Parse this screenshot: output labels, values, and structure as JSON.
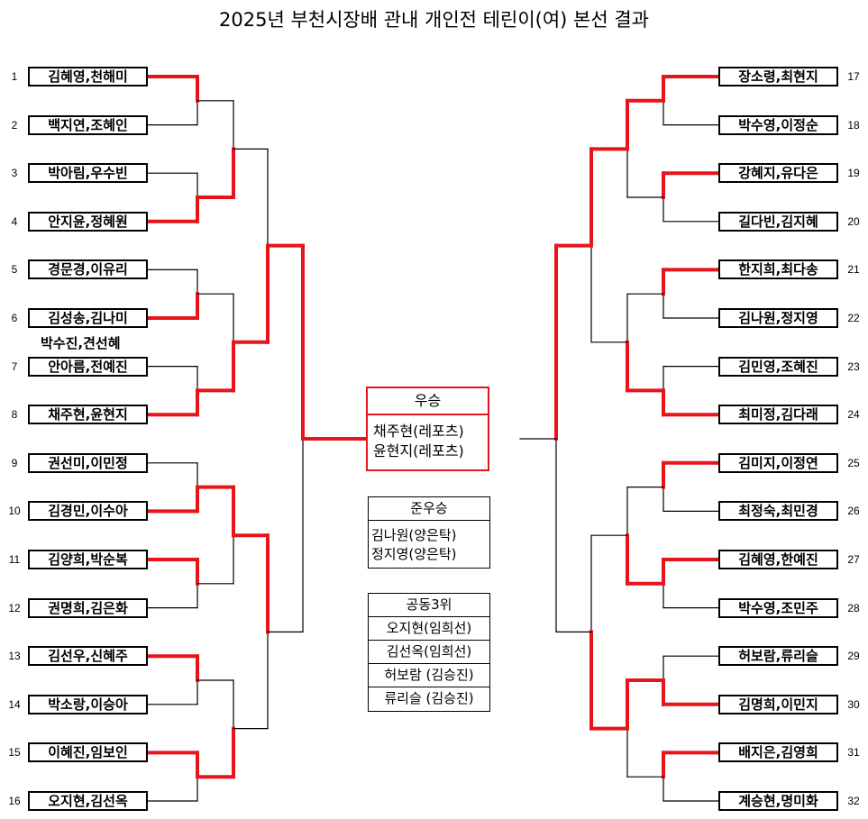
{
  "title": "2025년 부천시장배 관내 개인전 테린이(여) 본선 결과",
  "colors": {
    "winner_line": "#e8141c",
    "line": "#000000"
  },
  "left_teams": [
    {
      "seed": "1",
      "name": "김혜영,천해미"
    },
    {
      "seed": "2",
      "name": "백지연,조혜인"
    },
    {
      "seed": "3",
      "name": "박아림,우수빈"
    },
    {
      "seed": "4",
      "name": "안지윤,정혜원"
    },
    {
      "seed": "5",
      "name": "경문경,이유리"
    },
    {
      "seed": "6",
      "name": "김성송,김나미"
    },
    {
      "seed": "7",
      "name": "안아름,전예진"
    },
    {
      "seed": "8",
      "name": "채주현,윤현지"
    },
    {
      "seed": "9",
      "name": "권선미,이민정"
    },
    {
      "seed": "10",
      "name": "김경민,이수아"
    },
    {
      "seed": "11",
      "name": "김양희,박순복"
    },
    {
      "seed": "12",
      "name": "권명희,김은화"
    },
    {
      "seed": "13",
      "name": "김선우,신혜주"
    },
    {
      "seed": "14",
      "name": "박소랑,이승아"
    },
    {
      "seed": "15",
      "name": "이혜진,임보인"
    },
    {
      "seed": "16",
      "name": "오지현,김선옥"
    }
  ],
  "right_teams": [
    {
      "seed": "17",
      "name": "장소령,최현지"
    },
    {
      "seed": "18",
      "name": "박수영,이정순"
    },
    {
      "seed": "19",
      "name": "강혜지,유다은"
    },
    {
      "seed": "20",
      "name": "길다빈,김지혜"
    },
    {
      "seed": "21",
      "name": "한지희,최다송"
    },
    {
      "seed": "22",
      "name": "김나원,정지영"
    },
    {
      "seed": "23",
      "name": "김민영,조혜진"
    },
    {
      "seed": "24",
      "name": "최미정,김다래"
    },
    {
      "seed": "25",
      "name": "김미지,이정연"
    },
    {
      "seed": "26",
      "name": "최정숙,최민경"
    },
    {
      "seed": "27",
      "name": "김혜영,한예진"
    },
    {
      "seed": "28",
      "name": "박수영,조민주"
    },
    {
      "seed": "29",
      "name": "허보람,류리슬"
    },
    {
      "seed": "30",
      "name": "김명희,이민지"
    },
    {
      "seed": "31",
      "name": "배지은,김영희"
    },
    {
      "seed": "32",
      "name": "계승현,명미화"
    }
  ],
  "extra_label": "박수진,견선혜",
  "champion": {
    "label": "우승",
    "lines": [
      "채주현(레포츠)",
      "윤현지(레포츠)"
    ]
  },
  "runner_up": {
    "label": "준우승",
    "lines": [
      "김나원(양은탁)",
      "정지영(양은탁)"
    ]
  },
  "third": {
    "label": "공동3위",
    "lines": [
      "오지현(임희선)",
      "김선옥(임희선)",
      "허보람 (김승진)",
      "류리슬 (김승진)"
    ]
  },
  "advancement": {
    "left": {
      "r1": [
        0,
        1,
        1,
        1,
        1,
        0,
        0,
        0
      ],
      "r2": [
        1,
        1,
        0,
        1
      ],
      "r3": [
        1,
        0
      ],
      "r4": [
        0
      ]
    },
    "right": {
      "r1": [
        0,
        0,
        0,
        1,
        0,
        0,
        1,
        0
      ],
      "r2": [
        0,
        1,
        1,
        0
      ],
      "r3": [
        0,
        1
      ],
      "r4": [
        0
      ]
    }
  }
}
